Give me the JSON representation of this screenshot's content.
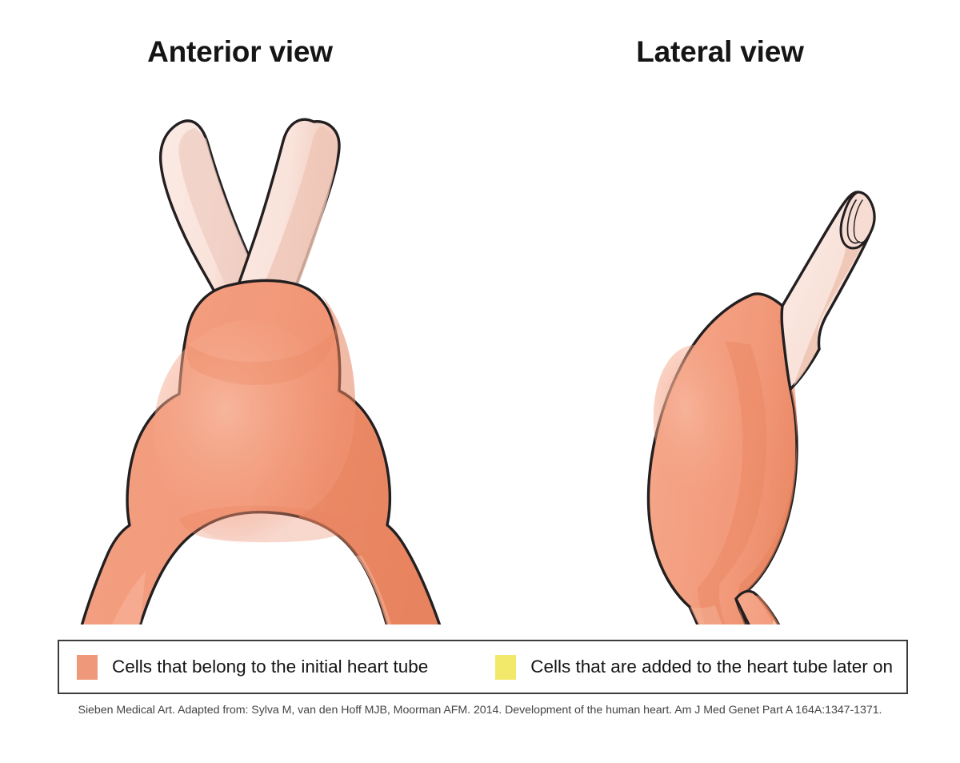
{
  "figure": {
    "title_left": "Anterior view",
    "title_right": "Lateral view",
    "background_color": "#FFFFFF"
  },
  "views": [
    {
      "name": "anterior",
      "label": "Anterior view",
      "description": "Anterior view of the embryonic heart tube showing a bulbous salmon-coloured body with two pale outflow tracts branching upward and two salmon inflow limbs spreading downward with pale tips."
    },
    {
      "name": "lateral",
      "label": "Lateral view",
      "description": "Lateral view of the same looping heart tube, curved in an S-shape, with a pale cut outflow tract at the top right and a salmon cut inflow tract at the bottom right."
    }
  ],
  "legend": {
    "items": [
      {
        "color": "#F0997A",
        "label": "Cells that belong to the initial heart tube",
        "swatch_name": "legend-swatch-initial"
      },
      {
        "color": "#F2E86A",
        "label": "Cells that are added to the heart tube later on",
        "swatch_name": "legend-swatch-later"
      }
    ],
    "border_color": "#3B3B3B"
  },
  "credit": {
    "text": "Sieben Medical Art. Adapted from: Sylva M, van den Hoff MJB, Moorman AFM. 2014. Development of the human heart. Am J Med Genet Part A 164A:1347-1371."
  },
  "palette": {
    "salmon": "#F2997A",
    "salmon_shade": "#E8845F",
    "salmon_light": "#F6AE92",
    "pale_pink": "#F9E3DB",
    "pale_pink_shade": "#EFC6B7",
    "pale_pink_mid": "#F3D2C6",
    "outline": "#231F20"
  }
}
